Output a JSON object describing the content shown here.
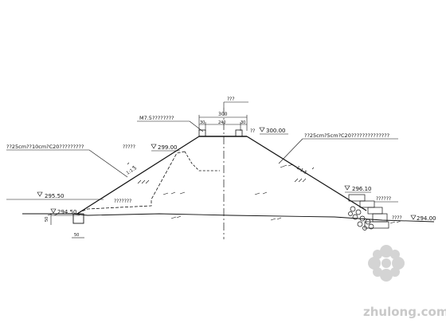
{
  "drawing": {
    "labels": {
      "centerline": "???",
      "top_mortar": "M7.5????????",
      "top_elev": "300.00",
      "left_protection": "??25cm??10cm?C20?????????",
      "right_protection": "??25cm?5cm?C20??????????????",
      "left_berm_note": "?????",
      "left_berm_elev": "299.00",
      "left_slope": "1:1.5",
      "right_slope": "1:1.5",
      "left_water_elev": "295.50",
      "left_water_note": "???????",
      "left_toe_elev": "294.50",
      "right_toe_small_elev": "296.10",
      "right_toe_note": "??????",
      "right_ground_note": "????",
      "right_ground_elev": "294.00",
      "crest_near_label": "??"
    },
    "dimensions": {
      "crest_width": "300",
      "crest_left": "30",
      "crest_mid": "240",
      "crest_right": "30",
      "toe_width": "50",
      "toe_depth": "50"
    },
    "watermark": "zhulong.com",
    "colors": {
      "line": "#111111",
      "watermark": "#c9c9c9",
      "background": "#ffffff"
    }
  }
}
